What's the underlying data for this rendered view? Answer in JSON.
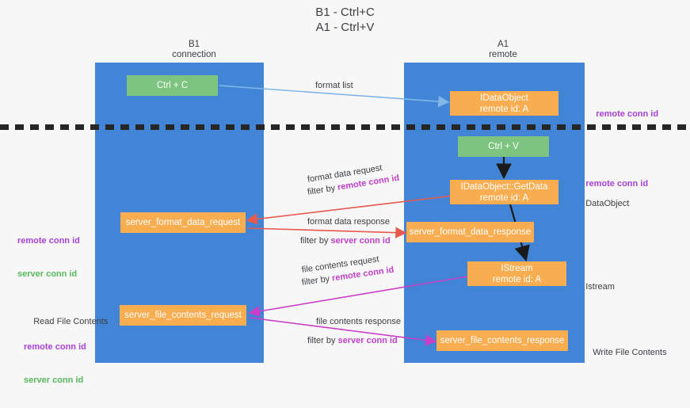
{
  "title": "B1 - Ctrl+C\nA1 - Ctrl+V",
  "columns": [
    {
      "name": "left-column",
      "header": "B1\nconnection"
    },
    {
      "name": "right-column",
      "header": "A1\nremote"
    }
  ],
  "nodes": [
    {
      "id": "ctrl-c",
      "line1": "Ctrl + C",
      "line2": "",
      "color": "green"
    },
    {
      "id": "idataobject",
      "line1": "IDataObject",
      "line2": "remote id: A",
      "color": "orange"
    },
    {
      "id": "ctrl-v",
      "line1": "Ctrl + V",
      "line2": "",
      "color": "green"
    },
    {
      "id": "idataobject-getdata",
      "line1": "IDataObject::GetData",
      "line2": "remote id: A",
      "color": "orange"
    },
    {
      "id": "server-format-data-request",
      "line1": "server_format_data_request",
      "line2": "",
      "color": "orange"
    },
    {
      "id": "server-format-data-response",
      "line1": "server_format_data_response",
      "line2": "",
      "color": "orange"
    },
    {
      "id": "istream",
      "line1": "IStream",
      "line2": "remote id: A",
      "color": "orange"
    },
    {
      "id": "server-file-contents-request",
      "line1": "server_file_contents_request",
      "line2": "",
      "color": "orange"
    },
    {
      "id": "server-file-contents-response",
      "line1": "server_file_contents_response",
      "line2": "",
      "color": "orange"
    }
  ],
  "edge_labels": {
    "format_list": "format list",
    "format_data_request": "format data request",
    "format_data_request_filter_prefix": "filter by ",
    "format_data_request_filter_key": "remote conn id",
    "format_data_response": "format data response",
    "format_data_response_filter_prefix": "filter by ",
    "format_data_response_filter_key": "server conn id",
    "file_contents_request": "file contents request",
    "file_contents_request_filter_prefix": "filter by ",
    "file_contents_request_filter_key": "remote conn id",
    "file_contents_response": "file contents response",
    "file_contents_response_filter_prefix": "filter by ",
    "file_contents_response_filter_key": "server conn id"
  },
  "annotations": {
    "right_top_remote_conn_id": "remote conn id",
    "right_mid_remote_conn_id": "remote conn id",
    "right_dataobject": "DataObject",
    "right_istream": "Istream",
    "right_write_file_contents": "Write File Contents",
    "left_remote_conn_id": "remote conn id",
    "left_server_conn_id": "server conn id",
    "left_read_file_contents": "Read File Contents",
    "left_bottom_remote_conn_id": "remote conn id",
    "left_bottom_server_conn_id": "server conn id"
  },
  "colors": {
    "lane": "#4285d6",
    "green_node": "#7cc47f",
    "orange_node": "#f9ad51",
    "purple": "#a742d6",
    "green_text": "#57b85c",
    "magenta_arrow": "#c840c8",
    "red_arrow": "#e8594f",
    "blue_arrow": "#7fb8e8",
    "black_arrow": "#1a1a1a",
    "background": "#f7f7f8"
  }
}
